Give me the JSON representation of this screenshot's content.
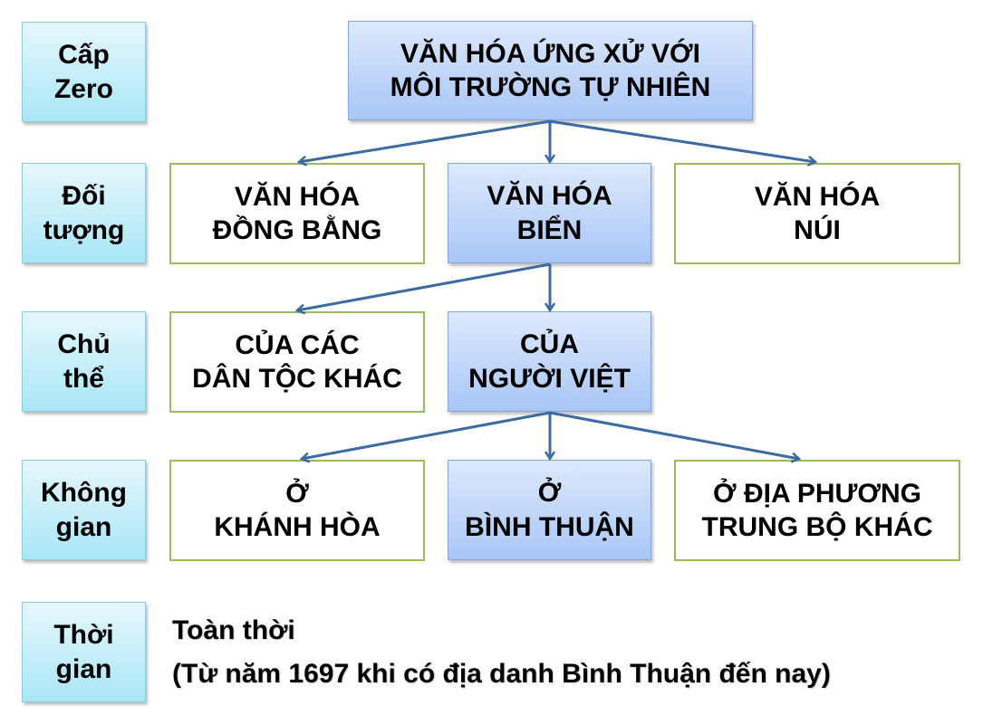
{
  "diagram": {
    "title": "VĂN HÓA ỨNG XỬ VỚI\nMÔI TRƯỜNG TỰ NHIÊN",
    "colors": {
      "label_fill": "#a9e6f7",
      "highlight_fill": "#a9c6f7",
      "outline_green": "#9bbb59",
      "arrow": "#3d6aa0"
    },
    "row_labels": [
      "Cấp\nZero",
      "Đối\ntượng",
      "Chủ\nthể",
      "Không\ngian",
      "Thời\ngian"
    ],
    "level1": [
      {
        "text": "VĂN HÓA\nĐỒNG BẰNG",
        "style": "green"
      },
      {
        "text": "VĂN HÓA\nBIỂN",
        "style": "blue"
      },
      {
        "text": "VĂN HÓA\nNÚI",
        "style": "green"
      }
    ],
    "level2": [
      {
        "text": "CỦA CÁC\nDÂN TỘC KHÁC",
        "style": "green"
      },
      {
        "text": "CỦA\nNGƯỜI VIỆT",
        "style": "blue"
      }
    ],
    "level3": [
      {
        "text": "Ở\nKHÁNH HÒA",
        "style": "green"
      },
      {
        "text": "Ở\nBÌNH THUẬN",
        "style": "blue"
      },
      {
        "text": "Ở ĐỊA PHƯƠNG\nTRUNG BỘ KHÁC",
        "style": "green"
      }
    ],
    "time": {
      "line1": "Toàn thời",
      "line2": "(Từ năm 1697 khi có địa danh Bình Thuận đến nay)"
    }
  }
}
